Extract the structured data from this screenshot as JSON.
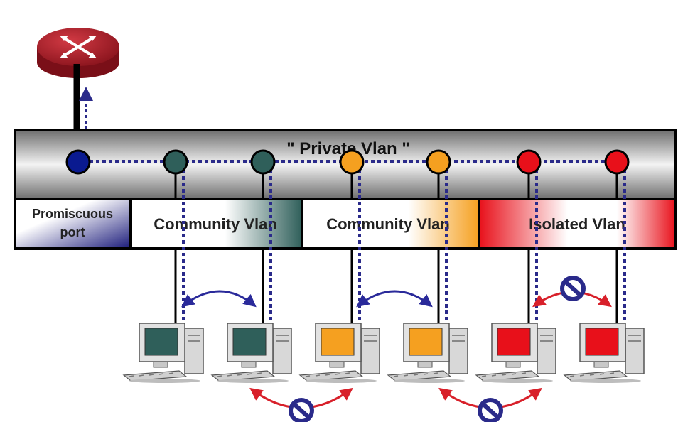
{
  "title": "\" Private Vlan \"",
  "segments": {
    "promiscuous": {
      "line1": "Promiscuous",
      "line2": "port",
      "color": "#1a1a7a"
    },
    "community1": {
      "label": "Community Vlan",
      "color": "#2f5f5a"
    },
    "community2": {
      "label": "Community Vlan",
      "color": "#f5a020"
    },
    "isolated": {
      "label": "Isolated Vlan",
      "color": "#e8101a"
    }
  },
  "colors": {
    "router": "#b01e2a",
    "promiscuous_port": "#0a1a90",
    "community1_port": "#2f5f5a",
    "community2_port": "#f5a020",
    "isolated_port": "#e8101a",
    "dotted_path": "#2a2a8a",
    "allowed_arrow": "#2a2a9a",
    "blocked_arrow": "#d8202a",
    "blocked_icon": "#2a2a8a"
  },
  "icons": {
    "router": "router-icon",
    "pc": "desktop-computer-icon",
    "blocked": "no-entry-icon"
  }
}
